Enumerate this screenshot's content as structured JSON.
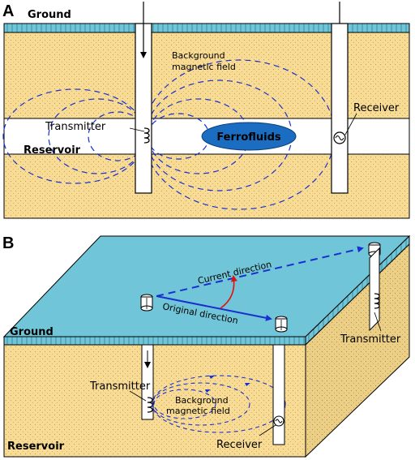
{
  "panel_a": {
    "label": "A",
    "ground": "Ground",
    "background_field_line1": "Background",
    "background_field_line2": "magnetic field",
    "transmitter": "Transmitter",
    "reservoir": "Reservoir",
    "ferrofluids": "Ferrofluids",
    "receiver": "Receiver"
  },
  "panel_b": {
    "label": "B",
    "current_direction": "Current direction",
    "original_direction": "Original direction",
    "ground": "Ground",
    "transmitter_right": "Transmitter",
    "transmitter_left": "Transmitter",
    "background_field_line1": "Background",
    "background_field_line2": "magnetic field",
    "receiver": "Receiver",
    "reservoir": "Reservoir"
  },
  "colors": {
    "sand": "#f8dc96",
    "sand_dot": "#c8a04a",
    "ground_top": "#70c6d8",
    "ground_edge": "#3a9fb6",
    "field_line": "#1a2fd0",
    "ferrofluid": "#1b6dc1",
    "direction_arrow": "#1a2fd0",
    "rotation_arrow": "#e01010"
  }
}
